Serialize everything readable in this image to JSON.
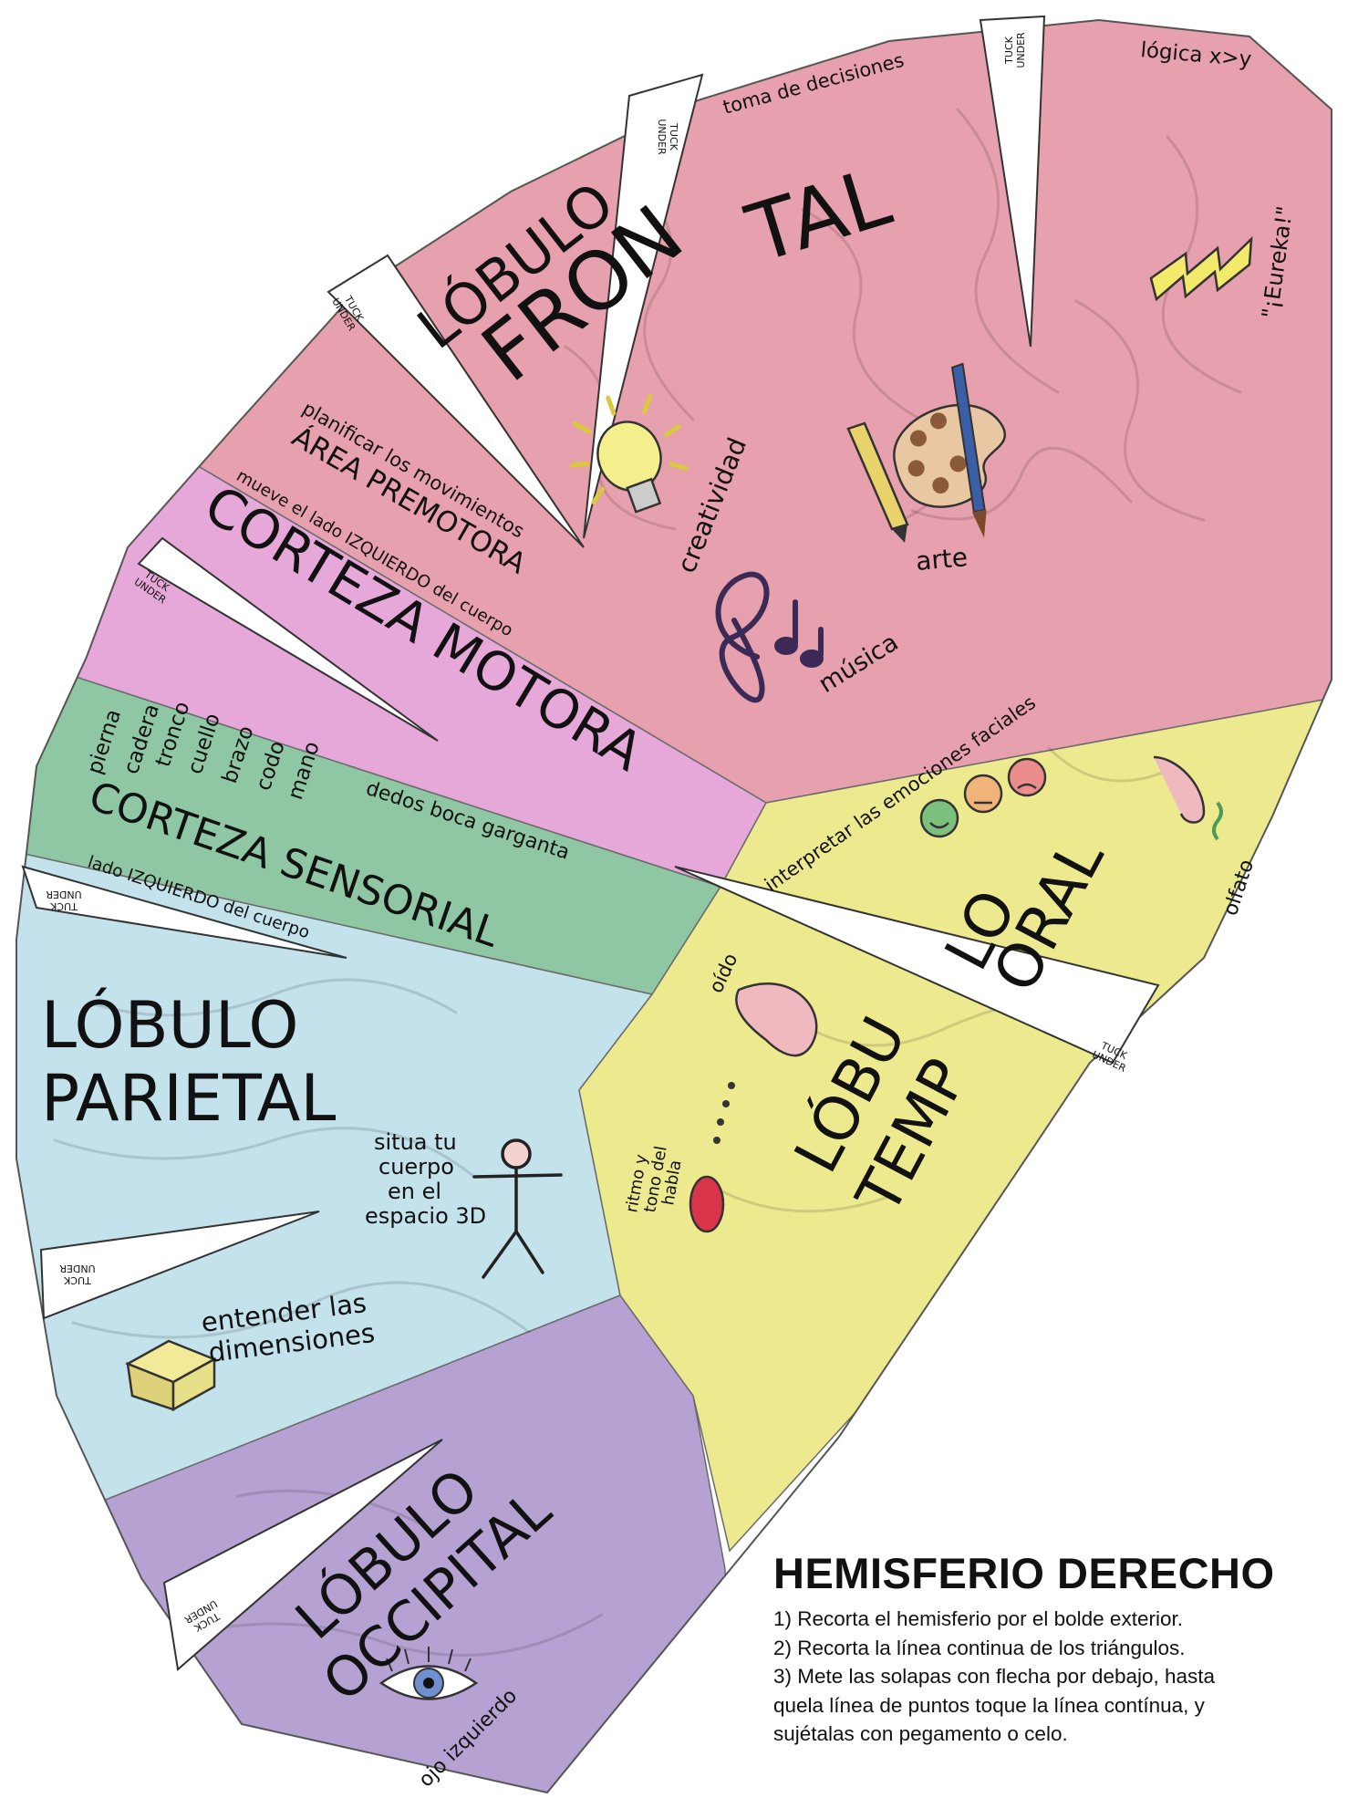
{
  "colors": {
    "frontal": "#e7a0ad",
    "motor": "#e6a8d8",
    "sensory": "#8fc7a4",
    "parietal": "#c4e2ec",
    "temporal": "#ece98f",
    "occipital": "#b6a2d2",
    "tab": "#ffffff",
    "ink": "#111111"
  },
  "tab": {
    "line1": "TUCK",
    "line2": "UNDER"
  },
  "frontal": {
    "title1": "LÓBULO",
    "title2": "FRON",
    "title3": "TAL",
    "labels": {
      "decisions": "toma de decisiones",
      "logic": "lógica  x>y",
      "eureka": "\"¡Eureka!\"",
      "creativity": "creatividad",
      "art": "arte",
      "music": "música"
    },
    "icons": [
      "lightbulb-icon",
      "palette-icon",
      "pencil-icon",
      "music-note-icon",
      "lightning-icon"
    ]
  },
  "premotor": {
    "plan": "planificar los movimientos",
    "title": "ÁREA PREMOTORA"
  },
  "motor": {
    "move": "mueve el lado IZQUIERDO del cuerpo",
    "title": "CORTEZA MOTORA"
  },
  "sensory": {
    "body_parts": [
      "pierna",
      "cadera",
      "tronco",
      "cuello",
      "brazo",
      "codo",
      "mano"
    ],
    "row": "dedos  boca  garganta",
    "title": "CORTEZA SENSORIAL",
    "side": "lado IZQUIERDO del cuerpo"
  },
  "parietal": {
    "title1": "LÓBULO",
    "title2": "PARIETAL",
    "body1": "situa tu",
    "body2": "cuerpo",
    "body3": "en el",
    "body4": "espacio 3D",
    "dims1": "entender las",
    "dims2": "dimensiones",
    "icons": [
      "stick-figure-icon",
      "cube-icon"
    ]
  },
  "temporal": {
    "title_a1": "LÓBU",
    "title_a2": "TEMP",
    "title_b1": "LO",
    "title_b2": "ORAL",
    "emotions": "interpretar las emociones faciales",
    "smell": "olfato",
    "hearing": "oído",
    "speech1": "ritmo y",
    "speech2": "tono del",
    "speech3": "habla",
    "icons": [
      "faces-icon",
      "nose-icon",
      "ear-icon",
      "lips-icon"
    ]
  },
  "occipital": {
    "title1": "LÓBULO",
    "title2": "OCCIPITAL",
    "eye": "ojo izquierdo",
    "icons": [
      "eye-icon"
    ]
  },
  "instructions": {
    "title": "HEMISFERIO DERECHO",
    "steps": [
      "1) Recorta el hemisferio por el bolde exterior.",
      "2) Recorta la línea continua de los triángulos.",
      "3) Mete las solapas con flecha por debajo, hasta",
      "quela línea de puntos toque la línea contínua, y",
      "sujétalas con pegamento o celo."
    ]
  }
}
